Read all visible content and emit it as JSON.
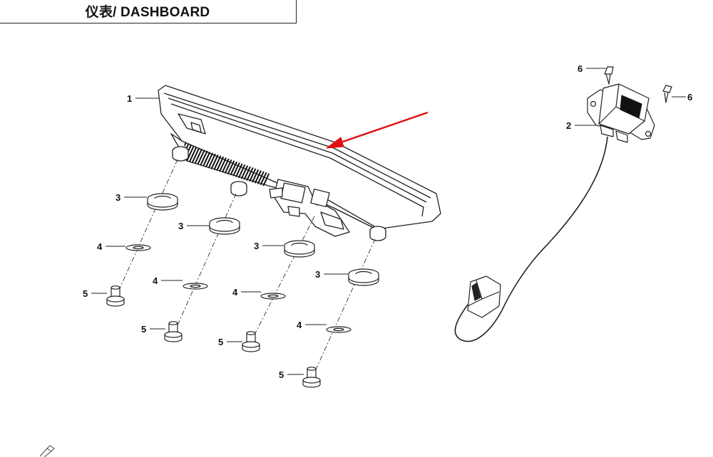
{
  "header": {
    "title": "仪表/ DASHBOARD"
  },
  "callouts": {
    "dashboard": "1",
    "remote_display": "2",
    "grommet": "3",
    "washer": "4",
    "bolt": "5",
    "screw": "6"
  },
  "colors": {
    "arrow": "#e01010",
    "line": "#222222",
    "background": "#ffffff"
  },
  "icons": {
    "arrow": "red-pointer-arrow",
    "corner_mark": "pencil-mark-icon"
  }
}
